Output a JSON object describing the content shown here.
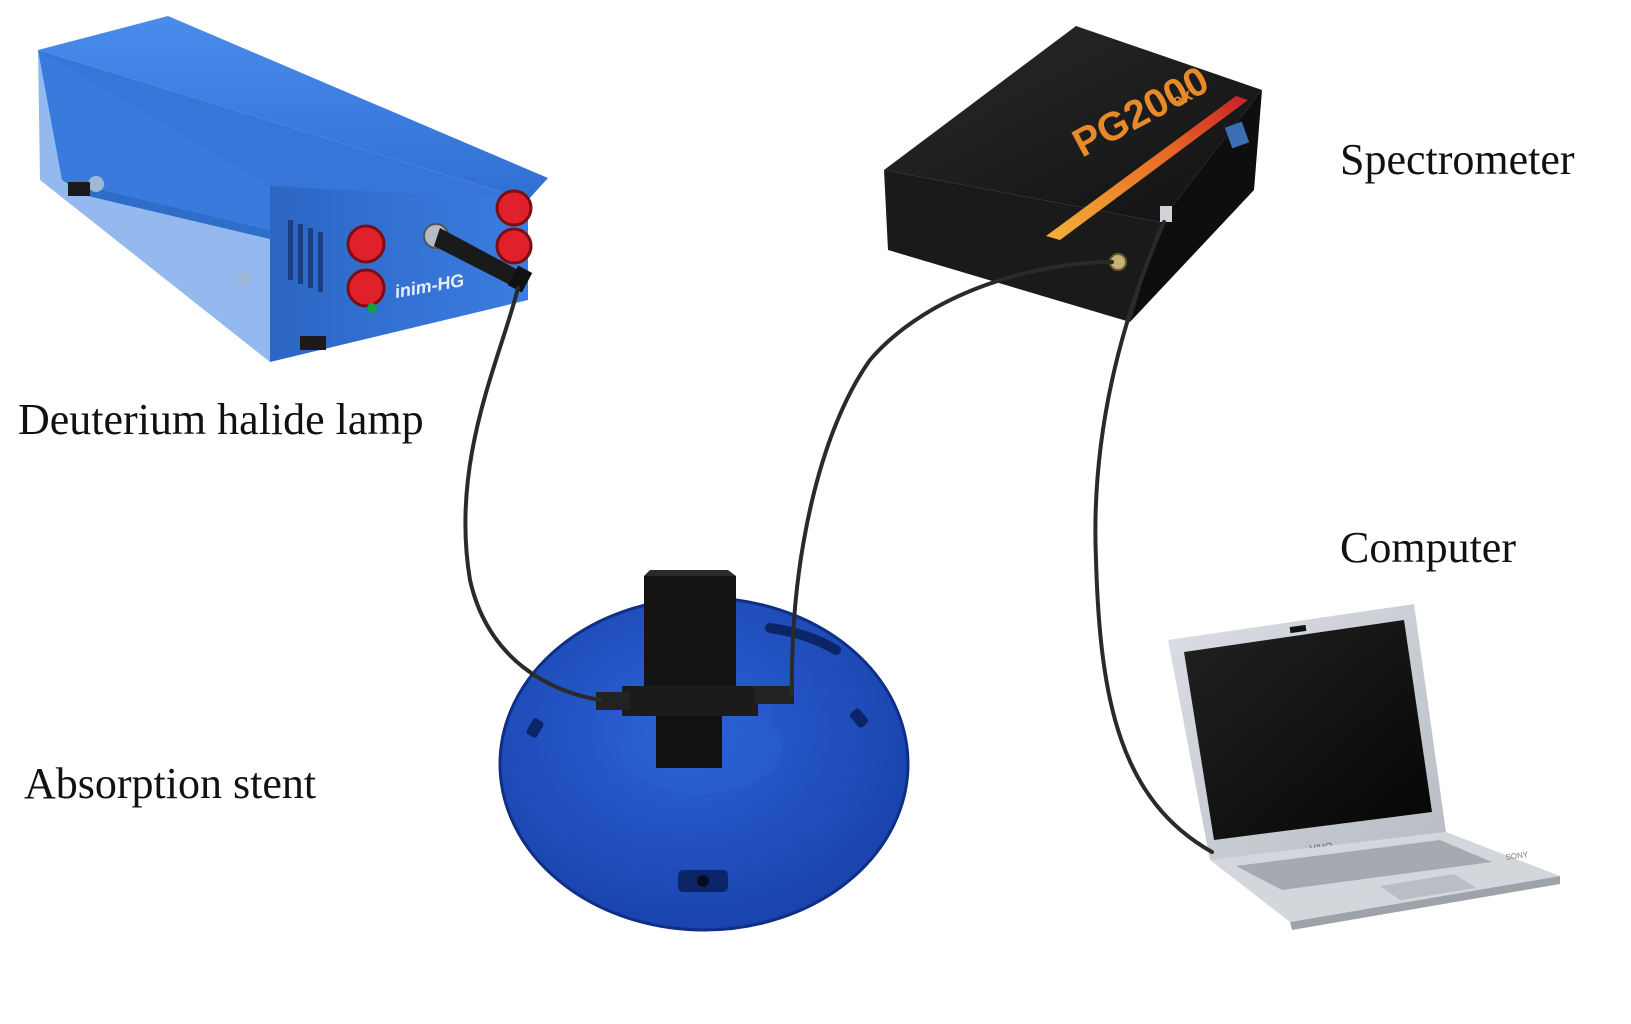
{
  "labels": {
    "lamp": "Deuterium halide lamp",
    "spectrometer": "Spectrometer",
    "computer": "Computer",
    "stent": "Absorption stent"
  },
  "device_text": {
    "lamp_brand": "inim-HG",
    "spectrometer_model": "PG2000",
    "spectrometer_suffix": "ex",
    "laptop_brand": "VAIO",
    "laptop_corner": "SONY"
  },
  "colors": {
    "lamp_body": "#2e6fd0",
    "connector_red": "#e0202a",
    "spectrometer_body": "#1c1c1c",
    "stent_base": "#1e4fc2",
    "laptop_silver": "#c9cdd3",
    "cable": "#2a2a2a"
  }
}
